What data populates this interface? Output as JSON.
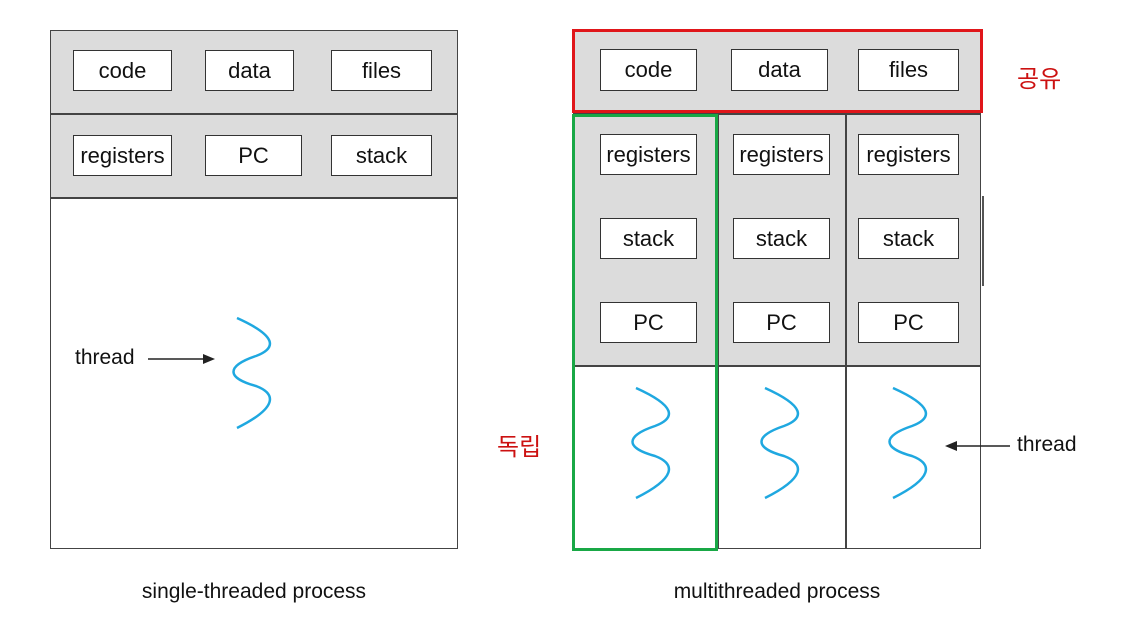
{
  "single": {
    "shared_boxes": [
      "code",
      "data",
      "files"
    ],
    "thread_boxes": [
      "registers",
      "PC",
      "stack"
    ],
    "thread_label": "thread",
    "caption": "single-threaded process"
  },
  "multi": {
    "shared_boxes": [
      "code",
      "data",
      "files"
    ],
    "thread_columns": [
      {
        "registers": "registers",
        "stack": "stack",
        "pc": "PC"
      },
      {
        "registers": "registers",
        "stack": "stack",
        "pc": "PC"
      },
      {
        "registers": "registers",
        "stack": "stack",
        "pc": "PC"
      }
    ],
    "thread_label": "thread",
    "caption": "multithreaded process",
    "shared_annotation": "공유",
    "independent_annotation": "독립"
  },
  "colors": {
    "shared_frame": "#e0161a",
    "independent_frame": "#19a846",
    "thread_wave": "#1fa8e0",
    "annotation_text": "#cc1111"
  }
}
